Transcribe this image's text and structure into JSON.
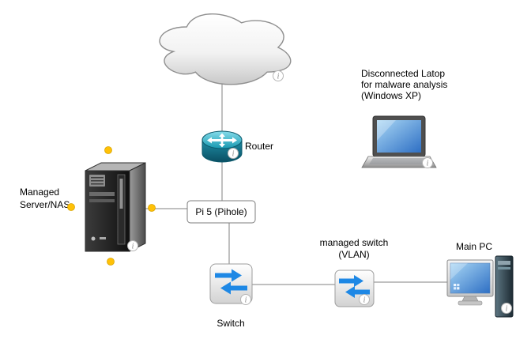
{
  "diagram": {
    "info_glyph": "i",
    "colors": {
      "connector": "#808080",
      "switch_arrow": "#1e88e5",
      "connection_point": "#ffc107",
      "router_teal": "#1798b0",
      "screen_blue": "#2e6fc4"
    },
    "nodes": {
      "router": {
        "label": "Router"
      },
      "pihole": {
        "label": "Pi 5 (Pihole)"
      },
      "server": {
        "label": [
          "Managed",
          "Server/NAS"
        ]
      },
      "switch": {
        "label": "Switch"
      },
      "managed_switch": {
        "label": [
          "managed switch",
          "(VLAN)"
        ]
      },
      "main_pc": {
        "label": "Main PC"
      },
      "laptop": {
        "label": [
          "Disconnected Latop",
          "for malware analysis",
          "(Windows XP)"
        ]
      }
    }
  }
}
